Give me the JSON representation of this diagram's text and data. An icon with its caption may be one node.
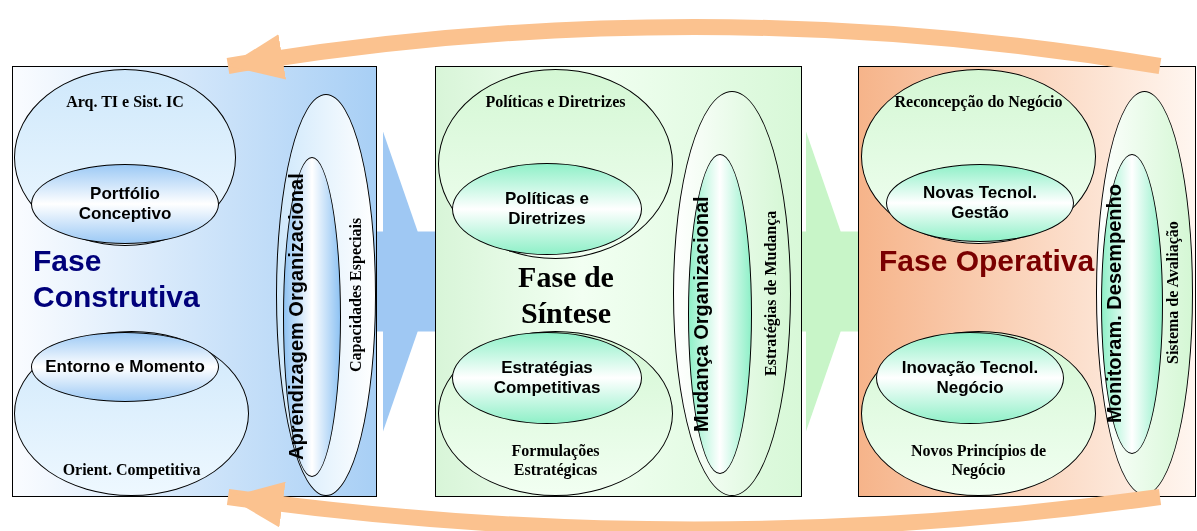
{
  "diagram": {
    "nodes": [
      {
        "text": [
          "Fase Construtiva"
        ]
      },
      {
        "text": [
          "Arq. TI e Sist. IC"
        ],
        "in": 0
      },
      {
        "text": [
          "Portfólio Conceptivo"
        ],
        "in": 1
      },
      {
        "text": [
          "Orient. Competitiva"
        ],
        "in": 0
      },
      {
        "text": [
          "Entorno e Momento"
        ],
        "in": 3
      },
      {
        "text": [
          "Capacidades Especiais"
        ],
        "in": 0
      },
      {
        "text": [
          "Aprendizagem Organizacional"
        ],
        "in": 5
      },
      {
        "text": [
          "Fase de Síntese"
        ]
      },
      {
        "text": [
          "Políticas e Diretrizes"
        ],
        "in": 7
      },
      {
        "text": [
          "Políticas e Diretrizes"
        ],
        "in": 8
      },
      {
        "text": [
          "Formulações Estratégicas"
        ],
        "in": 7
      },
      {
        "text": [
          "Estratégias Competitivas"
        ],
        "in": 10
      },
      {
        "text": [
          "Estratégias de Mudança"
        ],
        "in": 7
      },
      {
        "text": [
          "Mudança Organizacional"
        ],
        "in": 12
      },
      {
        "text": [
          "Fase Operativa"
        ]
      },
      {
        "text": [
          "Reconcepção do Negócio"
        ],
        "in": 14
      },
      {
        "text": [
          "Novas Tecnol. Gestão"
        ],
        "in": 15
      },
      {
        "text": [
          "Novos Princípios de Negócio"
        ],
        "in": 14
      },
      {
        "text": [
          "Inovação Tecnol. Negócio"
        ],
        "in": 17
      },
      {
        "text": [
          "Sistema de Avaliação"
        ],
        "in": 14
      },
      {
        "text": [
          "Monitoram. Desempenho"
        ],
        "in": 19
      }
    ],
    "edges": [
      {
        "from": 0,
        "to": 7,
        "arrow": "to",
        "style": "thick",
        "color": "#9fc8f3"
      },
      {
        "from": 7,
        "to": 14,
        "arrow": "to",
        "style": "thick",
        "color": "#c8f5c8"
      },
      {
        "from": 14,
        "to": 0,
        "arrow": "to",
        "color": "#fbc28f"
      },
      {
        "from": 14,
        "to": 0,
        "arrow": "to",
        "color": "#fbc28f"
      }
    ]
  }
}
